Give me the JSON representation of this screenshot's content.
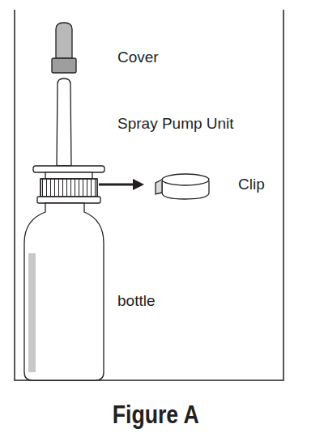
{
  "diagram": {
    "caption": "Figure A",
    "labels": [
      "Cover",
      "Spray Pump Unit",
      "Clip",
      "bottle"
    ]
  }
}
